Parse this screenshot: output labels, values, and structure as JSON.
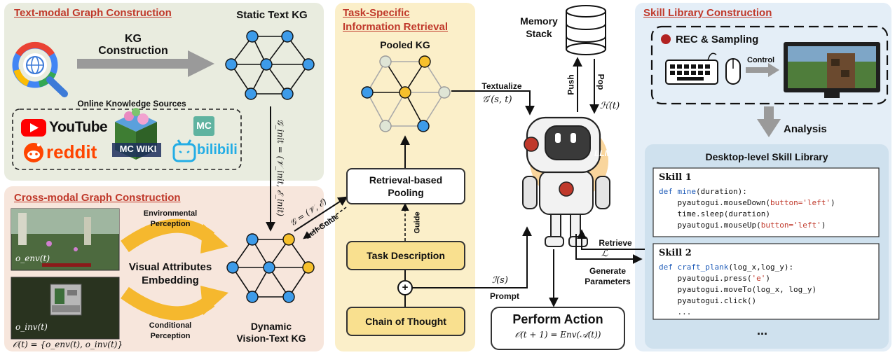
{
  "panels": {
    "text_modal": {
      "title": "Text-modal Graph Construction"
    },
    "cross_modal": {
      "title": "Cross-modal Graph Construction"
    },
    "retrieval": {
      "title_line1": "Task-Specific",
      "title_line2": "Information Retrieval"
    },
    "skill": {
      "title": "Skill Library Construction"
    }
  },
  "text_modal": {
    "kg_construction_line1": "KG",
    "kg_construction_line2": "Construction",
    "static_kg": "Static Text KG",
    "online_sources": "Online Knowledge Sources",
    "logos": {
      "youtube": "YouTube",
      "reddit": "reddit",
      "mcwiki": "MC WIKI",
      "mc": "MC",
      "bilibili": "bilibili"
    }
  },
  "cross_modal": {
    "env_perception_line1": "Environmental",
    "env_perception_line2": "Perception",
    "visual_line1": "Visual Attributes",
    "visual_line2": "Embedding",
    "cond_perception_line1": "Conditional",
    "cond_perception_line2": "Perception",
    "dynamic_kg_line1": "Dynamic",
    "dynamic_kg_line2": "Vision-Text KG",
    "o_env": "o_env(t)",
    "o_inv": "o_inv(t)",
    "observation": "𝒪(t) = {o_env(t), o_inv(t)}",
    "g_init": "𝒢_init = (𝒱_init, ℰ_init)",
    "g_formula": "𝒢 = (𝒱, ℰ)",
    "self_guide": "Self-Guide"
  },
  "retrieval": {
    "pooled_kg": "Pooled KG",
    "pooling_line1": "Retrieval-based",
    "pooling_line2": "Pooling",
    "guide": "Guide",
    "task_description": "Task Description",
    "chain_of_thought": "Chain of Thought",
    "plus": "+"
  },
  "center": {
    "textualize": "Textualize",
    "g_prime": "𝒢′(s, t)",
    "memory_line1": "Memory",
    "memory_line2": "Stack",
    "push": "Push",
    "pop": "Pop",
    "h_t": "ℋ(t)",
    "i_s": "ℐ(s)",
    "prompt": "Prompt",
    "llm": "LLM",
    "perform_action": "Perform Action",
    "action_formula": "𝒪(t + 1) = Env(𝒜(t))",
    "retrieve": "Retrieve",
    "l": "ℒ",
    "generate_line1": "Generate",
    "generate_line2": "Parameters"
  },
  "skill": {
    "rec_sampling": "REC & Sampling",
    "control": "Control",
    "analysis": "Analysis",
    "library_title": "Desktop-level Skill Library",
    "skill1_title": "Skill 1",
    "skill2_title": "Skill 2",
    "skill1_code": [
      {
        "kw": "def ",
        "fn": "mine",
        "rest": "(duration):"
      },
      {
        "pre": "    pyautogui.mouseDown(",
        "str": "button='left'",
        "post": ")"
      },
      {
        "pre": "    time.sleep(duration)"
      },
      {
        "pre": "    pyautogui.mouseUp(",
        "str": "button='left'",
        "post": ")"
      }
    ],
    "skill2_code": [
      {
        "kw": "def ",
        "fn": "craft_plank",
        "rest": "(log_x,log_y):"
      },
      {
        "pre": "    pyautogui.press(",
        "str": "'e'",
        "post": ")"
      },
      {
        "pre": "    pyautogui.moveTo(log_x, log_y)"
      },
      {
        "pre": "    pyautogui.click()"
      },
      {
        "pre": "    ..."
      }
    ],
    "ellipsis": "..."
  },
  "colors": {
    "text_modal_bg": "#e9ecdf",
    "cross_modal_bg": "#f7e6dc",
    "retrieval_bg": "#fbefc9",
    "skill_bg": "#e4eef7",
    "library_bg": "#cfe1ee",
    "node_blue": "#3d9be9",
    "node_yellow": "#f6c02c",
    "node_gray": "#dfe5d6",
    "box_yellow": "#f9e08f",
    "arrow_gray": "#9a9a9a",
    "title_red": "#c0392b",
    "sweep_yellow": "#f5b82e"
  }
}
